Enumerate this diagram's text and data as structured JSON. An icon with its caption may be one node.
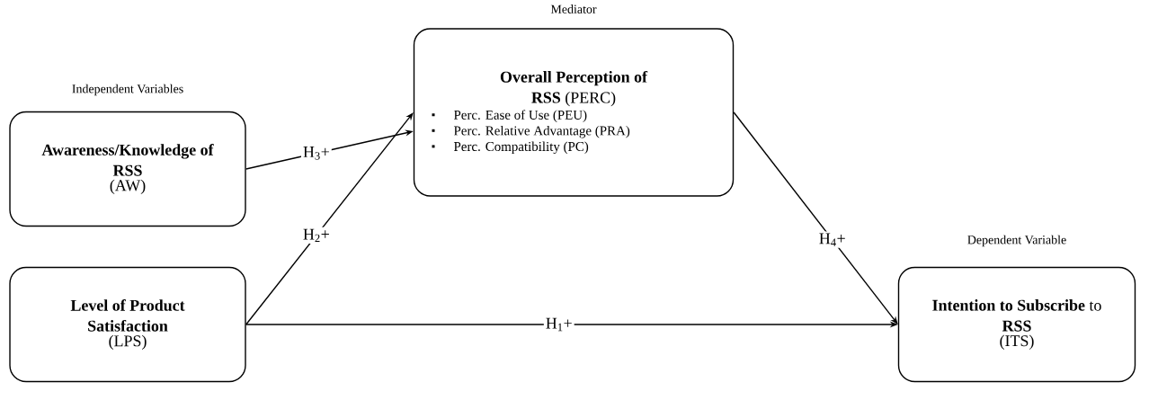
{
  "diagram": {
    "nodes": [
      {
        "text": [
          "**Overall Perception of RSS** (PERC)",
          "Perc. Ease of Use (PEU)",
          "Perc. Relative Advantage (PRA)",
          "Perc. Compatibility (PC)"
        ],
        "beside": [
          "Mediator"
        ]
      },
      {
        "text": [
          "Awareness/Knowledge of RSS",
          "(AW)"
        ],
        "beside": [
          "Independent Variables"
        ]
      },
      {
        "text": [
          "Level of Product Satisfaction",
          "(LPS)"
        ]
      },
      {
        "text": [
          "**Intention to Subscribe** to **RSS**",
          "(ITS)"
        ],
        "beside": [
          "Dependent Variable"
        ]
      }
    ],
    "edges": [
      {
        "from": 1,
        "to": 0,
        "arrow": "to",
        "label": "H$_{3}$+"
      },
      {
        "from": 2,
        "to": 0,
        "arrow": "to",
        "label": "H$_{2}$+"
      },
      {
        "from": 0,
        "to": 3,
        "arrow": "to",
        "label": "H$_{4}$+"
      },
      {
        "from": 2,
        "to": 3,
        "arrow": "to",
        "label": "H$_{1}$+"
      }
    ]
  }
}
